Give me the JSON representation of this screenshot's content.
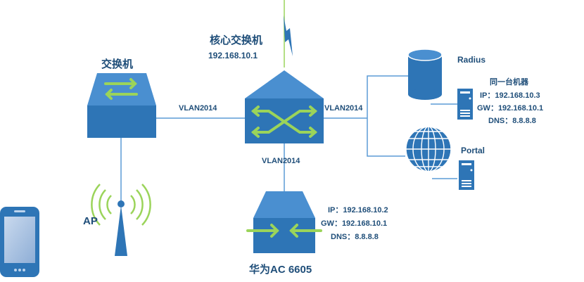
{
  "core_switch": {
    "title": "核心交换机",
    "ip": "192.168.10.1"
  },
  "access_switch": {
    "title": "交换机"
  },
  "ap": {
    "label": "AP"
  },
  "ac": {
    "title": "华为AC 6605",
    "ip_line": "IP：192.168.10.2",
    "gw_line": "GW：192.168.10.1",
    "dns_line": "DNS：8.8.8.8"
  },
  "vlan_labels": {
    "left": "VLAN2014",
    "right": "VLAN2014",
    "bottom": "VLAN2014"
  },
  "radius": {
    "label": "Radius"
  },
  "portal": {
    "label": "Portal"
  },
  "server_info": {
    "title": "同一台机器",
    "ip_line": "IP：192.168.10.3",
    "gw_line": "GW：192.168.10.1",
    "dns_line": "DNS：8.8.8.8"
  },
  "colors": {
    "device_blue": "#2e75b6",
    "accent_green": "#9bd45a",
    "line_blue": "#5b9bd5",
    "text_blue": "#1f4e79"
  }
}
